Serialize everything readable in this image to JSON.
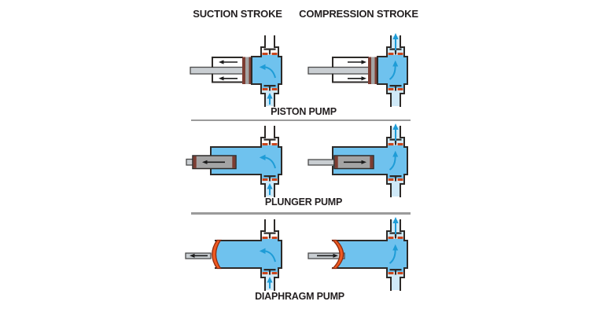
{
  "title": "Pump suction and compression stroke diagram",
  "headers": {
    "suction": "SUCTION STROKE",
    "compression": "COMPRESSION STROKE"
  },
  "pumps": [
    {
      "label": "PISTON PUMP"
    },
    {
      "label": "PLUNGER PUMP"
    },
    {
      "label": "DIAPHRAGM PUMP"
    }
  ],
  "colors": {
    "fluid_blue": "#6fc2ee",
    "fluid_light": "#cfe9f8",
    "arrow_blue": "#1e9cd7",
    "outline_dark": "#2d2a28",
    "arrow_black": "#1a1a1a",
    "metal_gray": "#c9ced2",
    "piston_gray": "#a4a4a4",
    "seal_brown": "#7d3d32",
    "valve_seat_orange": "#c9461d",
    "diaphragm_orange": "#ef5a21",
    "diaphragm_outline": "#8e2c10",
    "divider_gray": "#9b9b9b",
    "text_dark": "#231f20",
    "page_bg": "#ffffff"
  }
}
